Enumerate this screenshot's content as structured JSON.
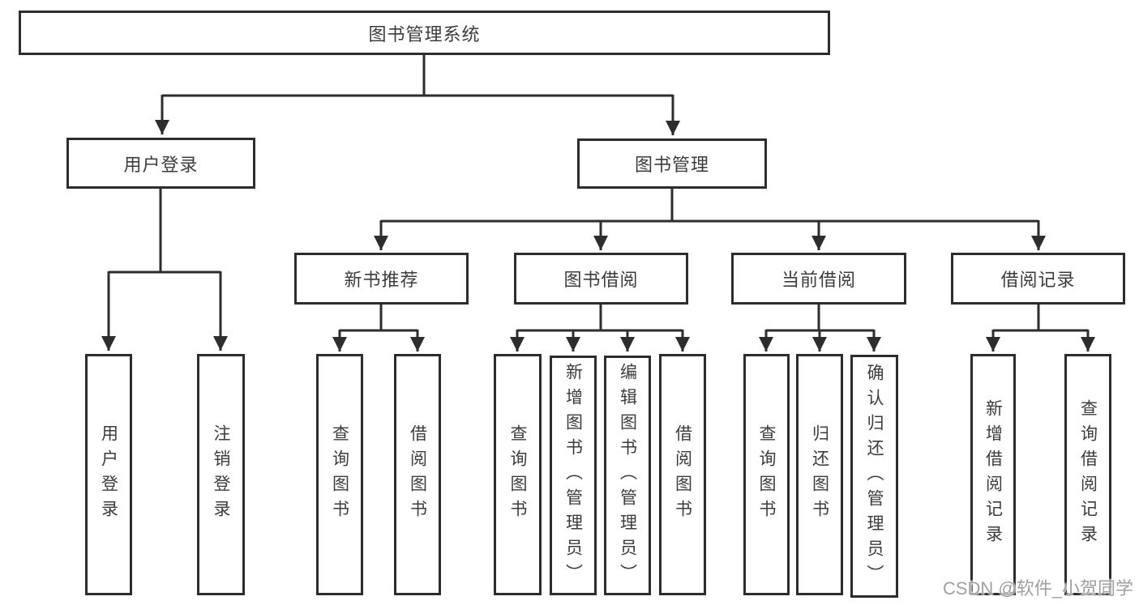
{
  "tree": {
    "root": {
      "label": "图书管理系统",
      "children": [
        {
          "label": "用户登录",
          "children": [
            {
              "label": "用户登录"
            },
            {
              "label": "注销登录"
            }
          ]
        },
        {
          "label": "图书管理",
          "children": [
            {
              "label": "新书推荐",
              "children": [
                {
                  "label": "查询图书"
                },
                {
                  "label": "借阅图书"
                }
              ]
            },
            {
              "label": "图书借阅",
              "children": [
                {
                  "label": "查询图书"
                },
                {
                  "label": "新增图书（管理员）"
                },
                {
                  "label": "编辑图书（管理员）"
                },
                {
                  "label": "借阅图书"
                }
              ]
            },
            {
              "label": "当前借阅",
              "children": [
                {
                  "label": "查询图书"
                },
                {
                  "label": "归还图书"
                },
                {
                  "label": "确认归还（管理员）"
                }
              ]
            },
            {
              "label": "借阅记录",
              "children": [
                {
                  "label": "新增借阅记录"
                },
                {
                  "label": "查询借阅记录"
                }
              ]
            }
          ]
        }
      ]
    }
  },
  "watermark": "CSDN @软件_小贺同学",
  "colors": {
    "line": "#2d2d2d",
    "text": "#3c3c3c",
    "watermark": "#9f9f9f",
    "background": "#ffffff"
  }
}
